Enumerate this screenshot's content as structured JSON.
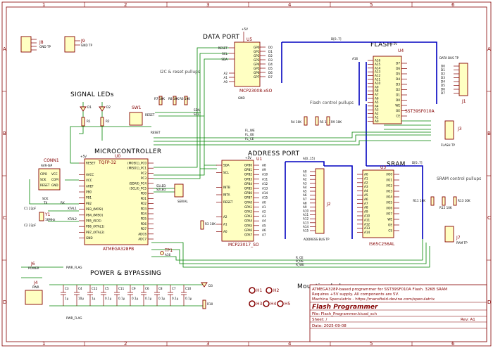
{
  "frame": {
    "cols_top": [
      "1",
      "2",
      "3",
      "4",
      "5",
      "6"
    ],
    "cols_bottom": [
      "1",
      "2",
      "3",
      "4",
      "5",
      "6"
    ],
    "rows_left": [
      "A",
      "B",
      "C",
      "D"
    ],
    "rows_right": [
      "A",
      "B",
      "C",
      "D"
    ]
  },
  "sections": {
    "data_port": "DATA PORT",
    "flash": "FLASH",
    "signal_leds": "SIGNAL LEDs",
    "microcontroller": "MICROCONTROLLER",
    "address_port": "ADDRESS PORT",
    "sram": "SRAM",
    "power_bypass": "POWER & BYPASSING",
    "mounting_holes": "Mounting holes",
    "i2c_pullups": "I2C & reset pullups",
    "flash_pullups": "Flash control pullups",
    "sram_pullups": "SRAM control pullups"
  },
  "components": {
    "u5": {
      "ref": "U5",
      "value": "MCP23008-xSO",
      "pins_left": [
        "RESET",
        "SCL",
        "SDA",
        "",
        "A2",
        "A1",
        "A0"
      ],
      "pins_right": [
        "GP0",
        "GP1",
        "GP2",
        "GP3",
        "GP4",
        "GP5",
        "GP6",
        "GP7"
      ],
      "nets_right": [
        "D0",
        "D1",
        "D2",
        "D3",
        "D4",
        "D5",
        "D6",
        "D7"
      ]
    },
    "u4": {
      "ref": "U4",
      "value": "SST39SF010A",
      "pins_left": [
        "A16",
        "A15",
        "A14",
        "A13",
        "A12",
        "A11",
        "A10",
        "A9",
        "A8",
        "A7",
        "A6",
        "A5",
        "A4",
        "A3",
        "A2",
        "A1",
        "A0"
      ],
      "pins_right": [
        "D7",
        "D6",
        "D5",
        "D4",
        "D3",
        "D2",
        "D1",
        "D0",
        "WE",
        "OE",
        "CE"
      ]
    },
    "u0": {
      "ref": "U0",
      "value": "ATMEGA328PB",
      "header": "TQFP-32",
      "pins_left": [
        "RESET",
        "",
        "AVCC",
        "VCC",
        "AREF",
        "PB0",
        "PB1",
        "PB2",
        "PB3_(MOSI)",
        "PB4_(MISO)",
        "PB5_(SCK)",
        "PB6_(XTAL1)",
        "PB7_(XTAL2)",
        "GND"
      ],
      "pins_right": [
        "(MOSI1)_PC0",
        "(MISO1)_PC1",
        "PC2",
        "PC3",
        "(SDA0)_PC4",
        "(SCL0)_PC5",
        "PD0",
        "PD1",
        "PD2",
        "PD3",
        "PD4",
        "PD5",
        "PD6",
        "PD7",
        "ADC6",
        "ADC7"
      ]
    },
    "u1": {
      "ref": "U1",
      "value": "MCP23017_SO",
      "pins_left": [
        "SDA",
        "SCL",
        "",
        "INTB",
        "INTA",
        "RESET",
        "",
        "A2",
        "A1",
        "A0"
      ],
      "pins_right": [
        "GPB0",
        "GPB1",
        "GPB2",
        "GPB3",
        "GPB4",
        "GPB5",
        "GPB6",
        "GPB7",
        "GPA0",
        "GPA1",
        "GPA2",
        "GPA3",
        "GPA4",
        "GPA5",
        "GPA6",
        "GPA7"
      ],
      "nets_right": [
        "A8",
        "A9",
        "A10",
        "A11",
        "A12",
        "A13",
        "A14",
        "A15",
        "A0",
        "A1",
        "A2",
        "A3",
        "A4",
        "A5",
        "A6",
        "A7"
      ]
    },
    "u3": {
      "ref": "U3",
      "value": "IS65C256AL",
      "pins_left": [
        "A0",
        "A1",
        "A2",
        "A3",
        "A4",
        "A5",
        "A6",
        "A7",
        "A8",
        "A9",
        "A10",
        "A11",
        "A12",
        "A13",
        "A14"
      ],
      "pins_right": [
        "I/O0",
        "I/O1",
        "I/O2",
        "I/O3",
        "I/O4",
        "I/O5",
        "I/O6",
        "I/O7",
        "WE",
        "OE",
        "CS"
      ]
    },
    "j2": {
      "ref": "J2",
      "value": "ADDRESS BUS TP"
    },
    "j1": {
      "ref": "J1",
      "value": "DATA BUS TP"
    },
    "j3": {
      "ref": "J3",
      "value": "FLASH TP"
    },
    "j7": {
      "ref": "J7",
      "value": "RAM TP"
    },
    "j8": {
      "ref": "J8",
      "value": "GND TP"
    },
    "j9": {
      "ref": "J9",
      "value": "GND TP"
    },
    "j6": {
      "ref": "J6",
      "value": "POWER"
    },
    "j4": {
      "ref": "J4",
      "value": "PWR"
    },
    "conn1": {
      "ref": "CONN1",
      "value": "AVR-ISP",
      "pins": [
        "CIPO",
        "SCK",
        "RESET",
        "VCC",
        "COPI",
        "GND"
      ]
    },
    "sw1": {
      "ref": "SW1",
      "value": "RESET"
    },
    "resistors": [
      "R7 10K",
      "R8 10K",
      "R6 10K",
      "R4 10K",
      "R5 10K",
      "R9 10K",
      "R11 10K",
      "R12 10K",
      "R13 10K",
      "R1",
      "R2",
      "R3 10K",
      "R10"
    ],
    "leds": [
      "D1",
      "D2",
      "D3"
    ],
    "caps": [
      "C1 22pF",
      "C2 22pF",
      "C3 1µ",
      "C4 10µ",
      "C12 1µ",
      "C5 0.1µ",
      "C11 0.1µ",
      "C9 0.1µ",
      "C6 0.1µ",
      "C8 0.1µ",
      "C7 0.1µ",
      "C10 0.1µ"
    ],
    "crystal": {
      "ref": "Y1",
      "value": "16MHz"
    },
    "tp": {
      "ref": "TP1",
      "value": "A16"
    },
    "holes": [
      "H1",
      "H2",
      "H3",
      "H4",
      "H5"
    ],
    "serial": "SERIAL",
    "pwr_flag": "PWR_FLAG"
  },
  "nets": [
    "SDA",
    "SCL",
    "RESET",
    "D[0..7]",
    "A[0..15]",
    "A16",
    "FL_WE",
    "FL_OE",
    "FL_CE",
    "R_WE",
    "R_OE",
    "R_CE",
    "+5V",
    "GND",
    "XTAL1",
    "XTAL2",
    "CIPO",
    "COPI",
    "SCK",
    "RX",
    "TX",
    "S1LED",
    "S2LED"
  ],
  "title_block": {
    "description": "ATMEGA328P-based programmer for SST39SF010A Flash. 32KB SRAM",
    "requires": "Requires +5V supply. All components are 5V.",
    "author": "Machina Speculatrix - https://mansfield-devine.com/speculatrix",
    "title": "Flash Programmer",
    "file": "File: Flash_Programmer.kicad_sch",
    "sheet": "Sheet: /",
    "date": "Date: 2025-09-08",
    "rev": "Rev: A1"
  }
}
